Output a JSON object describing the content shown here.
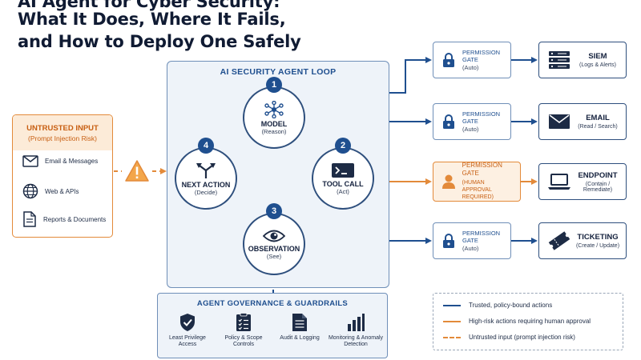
{
  "title": {
    "line1": "AI Agent for Cyber Security:",
    "line2": "What It Does, Where It Fails,",
    "line3": "and How to Deploy One Safely"
  },
  "loop": {
    "title": "AI SECURITY AGENT LOOP",
    "nodes": [
      {
        "num": "1",
        "label": "MODEL",
        "sub": "(Reason)",
        "icon": "network-icon"
      },
      {
        "num": "2",
        "label": "TOOL CALL",
        "sub": "(Act)",
        "icon": "terminal-icon"
      },
      {
        "num": "3",
        "label": "OBSERVATION",
        "sub": "(See)",
        "icon": "eye-icon"
      },
      {
        "num": "4",
        "label": "NEXT ACTION",
        "sub": "(Decide)",
        "icon": "split-arrows-icon"
      }
    ]
  },
  "untrusted": {
    "title": "UNTRUSTED INPUT",
    "subtitle": "(Prompt Injection Risk)",
    "items": [
      {
        "label": "Email & Messages",
        "icon": "envelope-icon"
      },
      {
        "label": "Web & APIs",
        "icon": "globe-icon"
      },
      {
        "label": "Reports & Documents",
        "icon": "document-icon"
      }
    ]
  },
  "gates": [
    {
      "line1": "PERMISSION",
      "line2": "GATE",
      "sub": "(Auto)",
      "icon": "lock-icon"
    },
    {
      "line1": "PERMISSION",
      "line2": "GATE",
      "sub": "(Auto)",
      "icon": "lock-icon"
    },
    {
      "line1": "PERMISSION GATE",
      "line2": "",
      "sub": "(HUMAN APPROVAL REQUIRED)",
      "icon": "person-icon"
    },
    {
      "line1": "PERMISSION",
      "line2": "GATE",
      "sub": "(Auto)",
      "icon": "lock-icon"
    }
  ],
  "destinations": [
    {
      "title": "SIEM",
      "sub": "(Logs & Alerts)",
      "icon": "server-icon"
    },
    {
      "title": "EMAIL",
      "sub": "(Read / Search)",
      "icon": "envelope-icon"
    },
    {
      "title": "ENDPOINT",
      "sub": "(Contain / Remediate)",
      "icon": "laptop-icon"
    },
    {
      "title": "TICKETING",
      "sub": "(Create / Update)",
      "icon": "ticket-icon"
    }
  ],
  "governance": {
    "title": "AGENT GOVERNANCE & GUARDRAILS",
    "items": [
      {
        "label": "Least Privilege Access",
        "icon": "shield-check-icon"
      },
      {
        "label": "Policy & Scope Controls",
        "icon": "checklist-icon"
      },
      {
        "label": "Audit & Logging",
        "icon": "log-document-icon"
      },
      {
        "label": "Monitoring & Anomaly Detection",
        "icon": "bar-chart-icon"
      }
    ]
  },
  "legend": [
    {
      "label": "Trusted, policy-bound actions",
      "style": "solid",
      "color": "#1f4f8f"
    },
    {
      "label": "High-risk actions requiring human approval",
      "style": "solid",
      "color": "#e38a3a"
    },
    {
      "label": "Untrusted input (prompt injection risk)",
      "style": "dashed",
      "color": "#e38a3a"
    }
  ],
  "warning_icon": "warning-triangle-icon",
  "colors": {
    "navy": "#1f4f8f",
    "dark": "#2e4f7d",
    "orange": "#e38a3a",
    "panel": "#eef3f9"
  }
}
